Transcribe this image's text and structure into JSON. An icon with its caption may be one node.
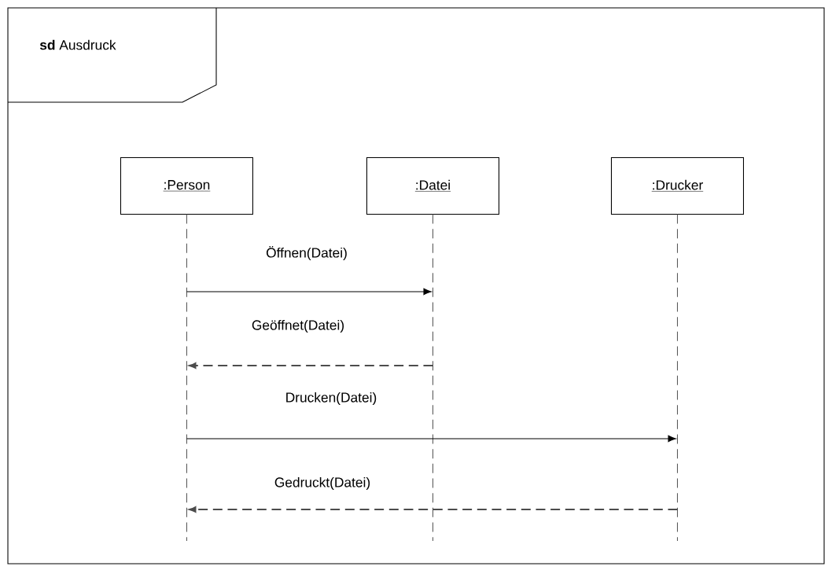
{
  "diagram": {
    "nodes": [
      {
        "text": [
          "**sd** Ausdruck"
        ]
      },
      {
        "text": [
          ":Person"
        ],
        "in": 0
      },
      {
        "text": [
          ":Datei"
        ],
        "in": 0
      },
      {
        "text": [
          ":Drucker"
        ],
        "in": 0
      },
      {
        "text": [],
        "shape": "line",
        "in": 0
      },
      {
        "text": [],
        "shape": "line",
        "in": 0
      },
      {
        "text": [],
        "shape": "line",
        "in": 0
      }
    ],
    "edges": [
      {
        "from": 4,
        "to": 5,
        "arrow": "to",
        "label": "Öffnen(Datei)"
      },
      {
        "from": 5,
        "to": 4,
        "arrow": "to",
        "label": "Geöffnet(Datei)",
        "style": "dashed"
      },
      {
        "from": 4,
        "to": 6,
        "arrow": "to",
        "label": "Drucken(Datei)"
      },
      {
        "from": 6,
        "to": 4,
        "arrow": "to",
        "label": "Gedruckt(Datei)",
        "style": "dashed"
      }
    ]
  }
}
